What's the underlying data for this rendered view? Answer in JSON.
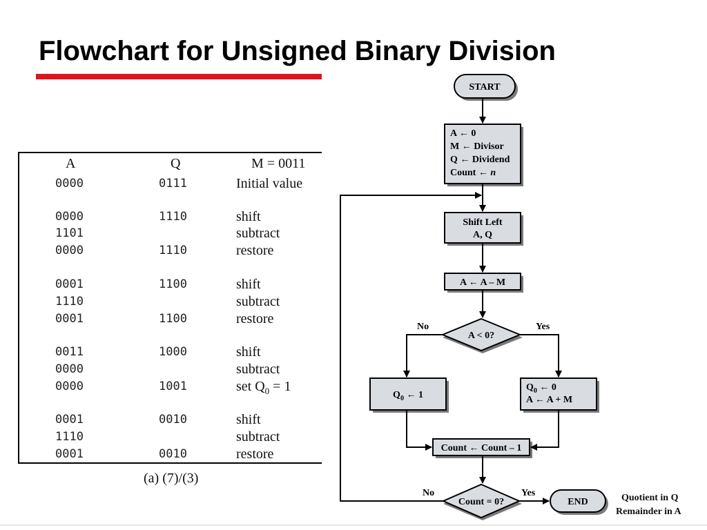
{
  "slide": {
    "title": "Flowchart for Unsigned Binary Division"
  },
  "table": {
    "headers": {
      "a": "A",
      "q": "Q",
      "m": "M = 0011"
    },
    "rows": [
      {
        "a": "0000",
        "q": "0111",
        "op": "Initial value"
      },
      {
        "a": "0000",
        "q": "1110",
        "op": "shift"
      },
      {
        "a": "1101",
        "q": "",
        "op": "subtract"
      },
      {
        "a": "0000",
        "q": "1110",
        "op": "restore"
      },
      {
        "a": "0001",
        "q": "1100",
        "op": "shift"
      },
      {
        "a": "1110",
        "q": "",
        "op": "subtract"
      },
      {
        "a": "0001",
        "q": "1100",
        "op": "restore"
      },
      {
        "a": "0011",
        "q": "1000",
        "op": "shift"
      },
      {
        "a": "0000",
        "q": "",
        "op": "subtract"
      },
      {
        "a": "0000",
        "q": "1001",
        "op_prefix": "set Q",
        "op_sub": "0",
        "op_suffix": " = 1"
      },
      {
        "a": "0001",
        "q": "0010",
        "op": "shift"
      },
      {
        "a": "1110",
        "q": "",
        "op": "subtract"
      },
      {
        "a": "0001",
        "q": "0010",
        "op": "restore"
      }
    ],
    "caption": "(a) (7)/(3)"
  },
  "flowchart": {
    "start": "START",
    "init_lines": [
      "A ← 0",
      "M ← Divisor",
      "Q ← Dividend",
      "Count ← "
    ],
    "init_n": "n",
    "shift_lines": [
      "Shift Left",
      "A, Q"
    ],
    "subtract": "A ← A – M",
    "decision1": "A < 0?",
    "no": "No",
    "yes": "Yes",
    "q0_set_prefix": "Q",
    "q0_set_sub": "0",
    "q0_set_suffix": " ← 1",
    "restore_q_prefix": "Q",
    "restore_q_sub": "0",
    "restore_q_suffix": " ← 0",
    "restore_a": "A ← A + M",
    "decrement": "Count ← Count – 1",
    "decision2": "Count = 0?",
    "end": "END",
    "note_lines": [
      "Quotient in Q",
      "Remainder in A"
    ]
  }
}
